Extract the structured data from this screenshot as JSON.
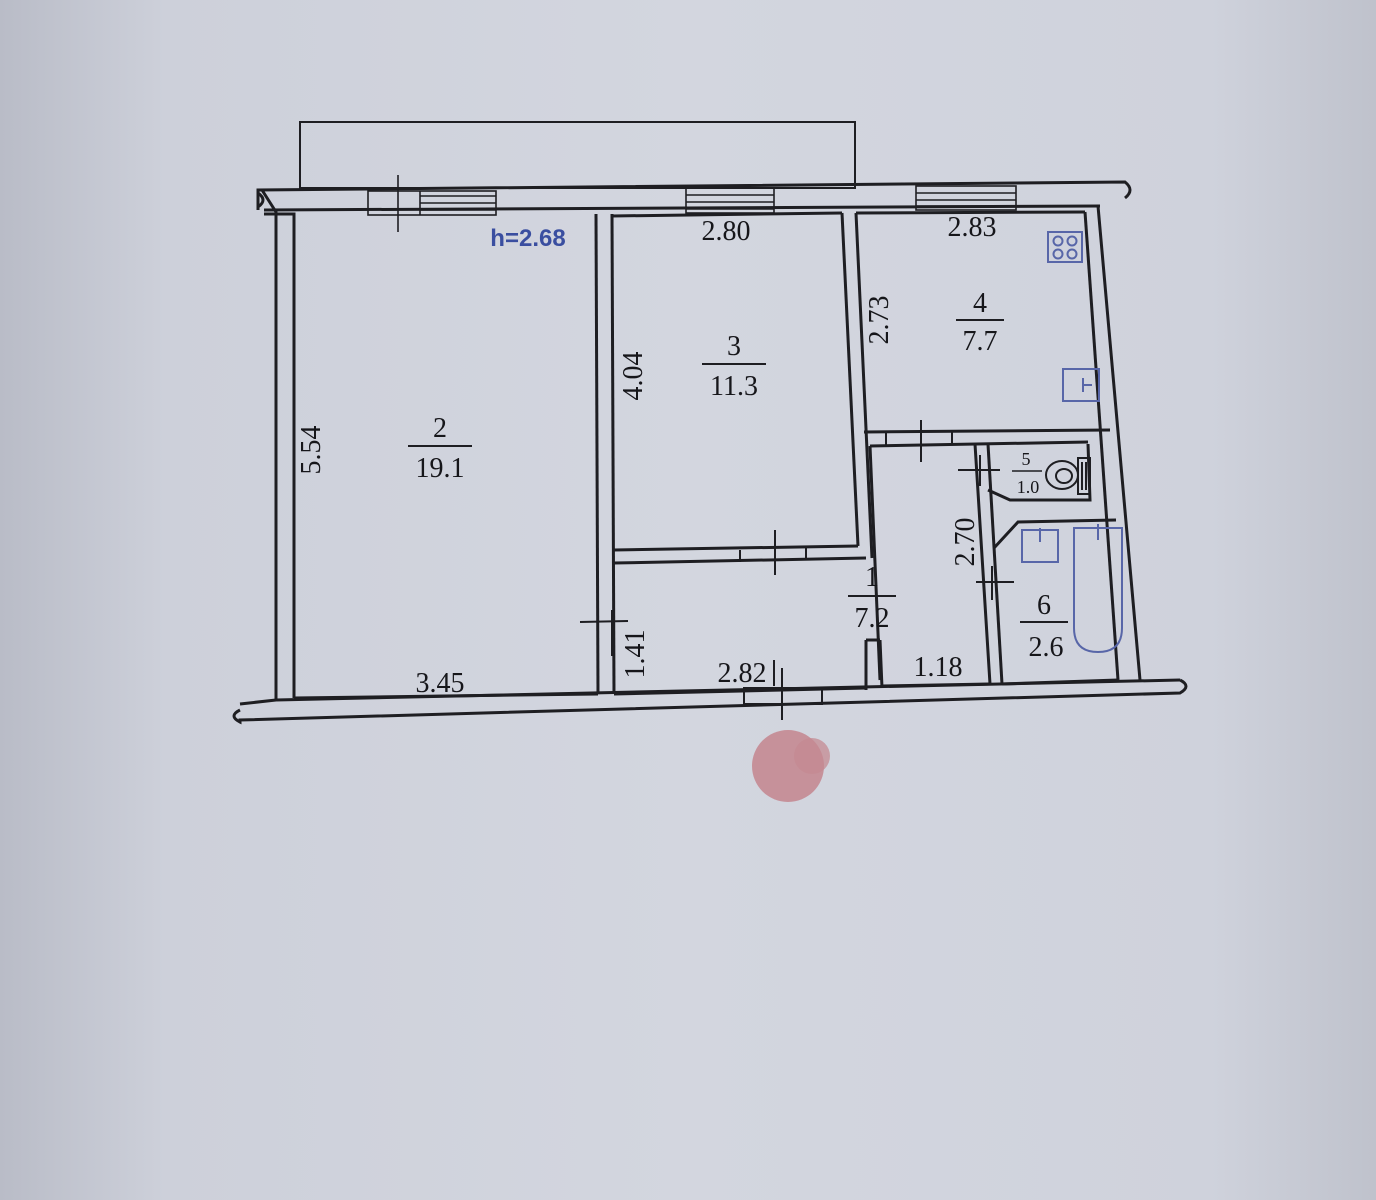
{
  "plan": {
    "ceiling_height": "h=2.68",
    "rooms": [
      {
        "number": "1",
        "area": "7.2"
      },
      {
        "number": "2",
        "area": "19.1"
      },
      {
        "number": "3",
        "area": "11.3"
      },
      {
        "number": "4",
        "area": "7.7"
      },
      {
        "number": "5",
        "area": "1.0"
      },
      {
        "number": "6",
        "area": "2.6"
      }
    ],
    "dimensions": {
      "room2_height": "5.54",
      "room2_width": "3.45",
      "room3_width": "2.80",
      "room3_height": "4.04",
      "room4_width": "2.83",
      "room4_height": "2.73",
      "hall_height": "1.41",
      "hall_width": "2.82",
      "corridor_width": "1.18",
      "corridor_height": "2.70"
    }
  },
  "colors": {
    "paper": "#d3d6df",
    "line": "#1e1e22",
    "fixture": "#5866a8",
    "stamp": "#c48a92"
  },
  "icons": [
    "stove-icon",
    "sink-icon",
    "toilet-icon",
    "washbasin-icon",
    "bathtub-icon",
    "stamp-mark"
  ]
}
